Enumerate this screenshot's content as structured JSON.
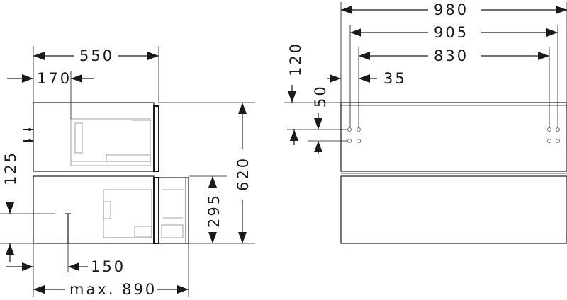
{
  "dimensions": {
    "side_width": "550",
    "side_offset": "170",
    "side_height": "125",
    "front_total": "980",
    "front_inner": "905",
    "front_hole_span": "830",
    "front_top_gap": "120",
    "front_edge_offset": "35",
    "front_hole_height": "50",
    "drawer_height": "295",
    "total_height": "620",
    "depth_min": "150",
    "depth_max": "max. 890"
  }
}
